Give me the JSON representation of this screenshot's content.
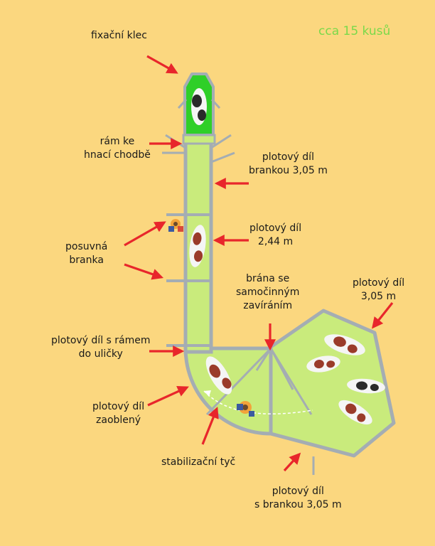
{
  "title": "cca 15 kusů",
  "labels": {
    "fixacni_klec": "fixační klec",
    "ram_ke": "rám ke",
    "hnaci_chodbe": "hnací chodbě",
    "plotovy_dil_brankou_1": "plotový díl",
    "plotovy_dil_brankou_2": "brankou 3,05 m",
    "plotovy_dil_244_1": "plotový díl",
    "plotovy_dil_244_2": "2,44 m",
    "posuvna_1": "posuvná",
    "posuvna_2": "branka",
    "brana_1": "brána se",
    "brana_2": "samočinným",
    "brana_3": "zavíráním",
    "plotovy_dil_305_1": "plotový díl",
    "plotovy_dil_305_2": "3,05 m",
    "ramem_1": "plotový díl s rámem",
    "ramem_2": "do uličky",
    "zaobleny_1": "plotový díl",
    "zaobleny_2": "zaoblený",
    "stabilizacni": "stabilizační tyč",
    "s_brankou_1": "plotový díl",
    "s_brankou_2": "s brankou 3,05 m"
  },
  "colors": {
    "background": "#fbd77f",
    "pen_fill": "#c9eb7c",
    "cage_fill": "#2fcf28",
    "fence": "#a4adb3",
    "arrow": "#e8262b",
    "title": "#7ad94a"
  }
}
